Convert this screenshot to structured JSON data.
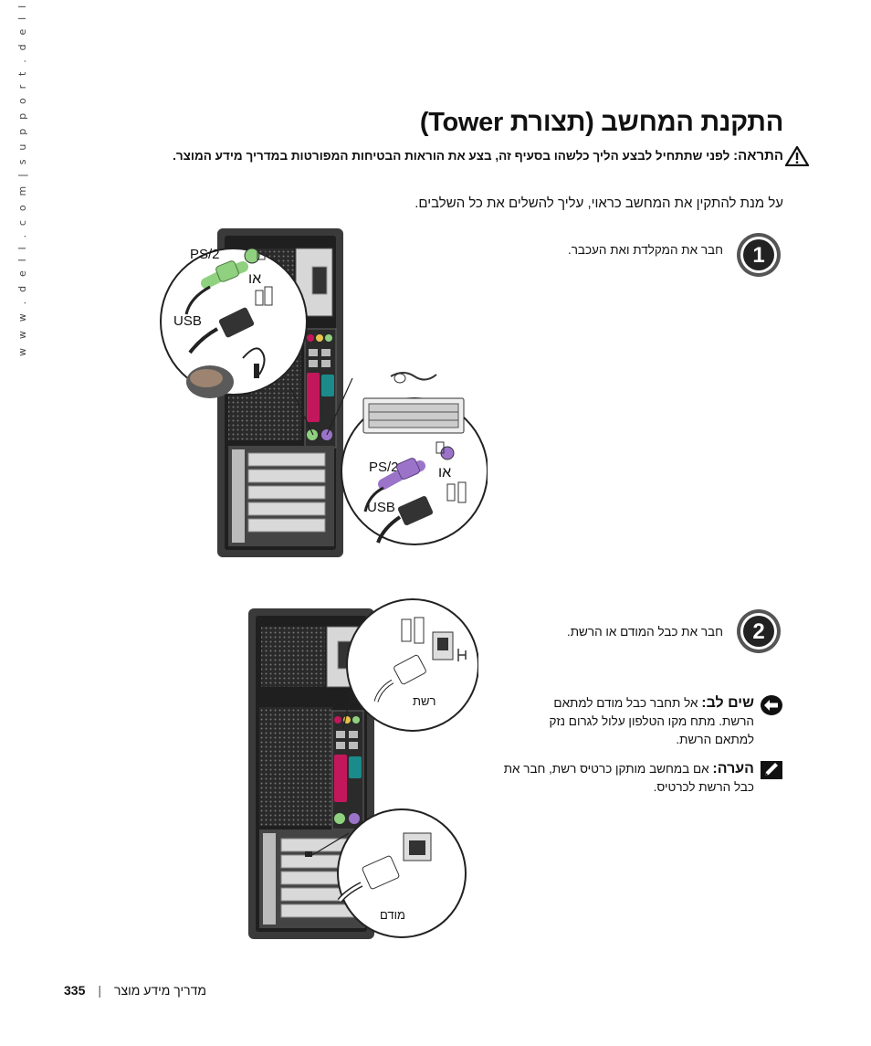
{
  "side_url": "w w w . d e l l . c o m  |  s u p p o r t . d e l l . c o m",
  "title": "התקנת המחשב (תצורת Tower)",
  "warning": {
    "label": "התראה:",
    "text": "לפני שתתחיל לבצע הליך כלשהו בסעיף זה, בצע את הוראות הבטיחות המפורטות במדריך מידע המוצר."
  },
  "intro": "על מנת להתקין את המחשב כראוי, עליך להשלים את כל השלבים.",
  "steps": [
    {
      "number": "1",
      "text": "חבר את המקלדת ואת העכבר."
    },
    {
      "number": "2",
      "text": "חבר את כבל המודם או הרשת."
    }
  ],
  "caution": {
    "label": "שים לב:",
    "text": "אל תחבר כבל מודם למתאם הרשת. מתח מקו הטלפון עלול לגרום נזק למתאם הרשת."
  },
  "note": {
    "label": "הערה:",
    "text": "אם במחשב מותקן כרטיס רשת, חבר את כבל הרשת לכרטיס."
  },
  "figure1": {
    "ps2_top": "PS/2",
    "or_top": "או",
    "usb_top": "USB",
    "ps2_bottom": "PS/2",
    "or_bottom": "או",
    "usb_bottom": "USB"
  },
  "figure2": {
    "network": "רשת",
    "modem": "מודם"
  },
  "footer": {
    "page_number": "335",
    "separator": "|",
    "guide": "מדריך מידע מוצר"
  },
  "icons": {
    "warning": "warning-triangle-icon",
    "caution": "caution-arrow-icon",
    "note": "note-pencil-icon"
  },
  "colors": {
    "ps2_mouse": "#8fd17f",
    "ps2_keyboard": "#9b74c9",
    "case": "#3a3a3a",
    "port_red": "#c2185b",
    "port_teal": "#1b8a8a"
  }
}
